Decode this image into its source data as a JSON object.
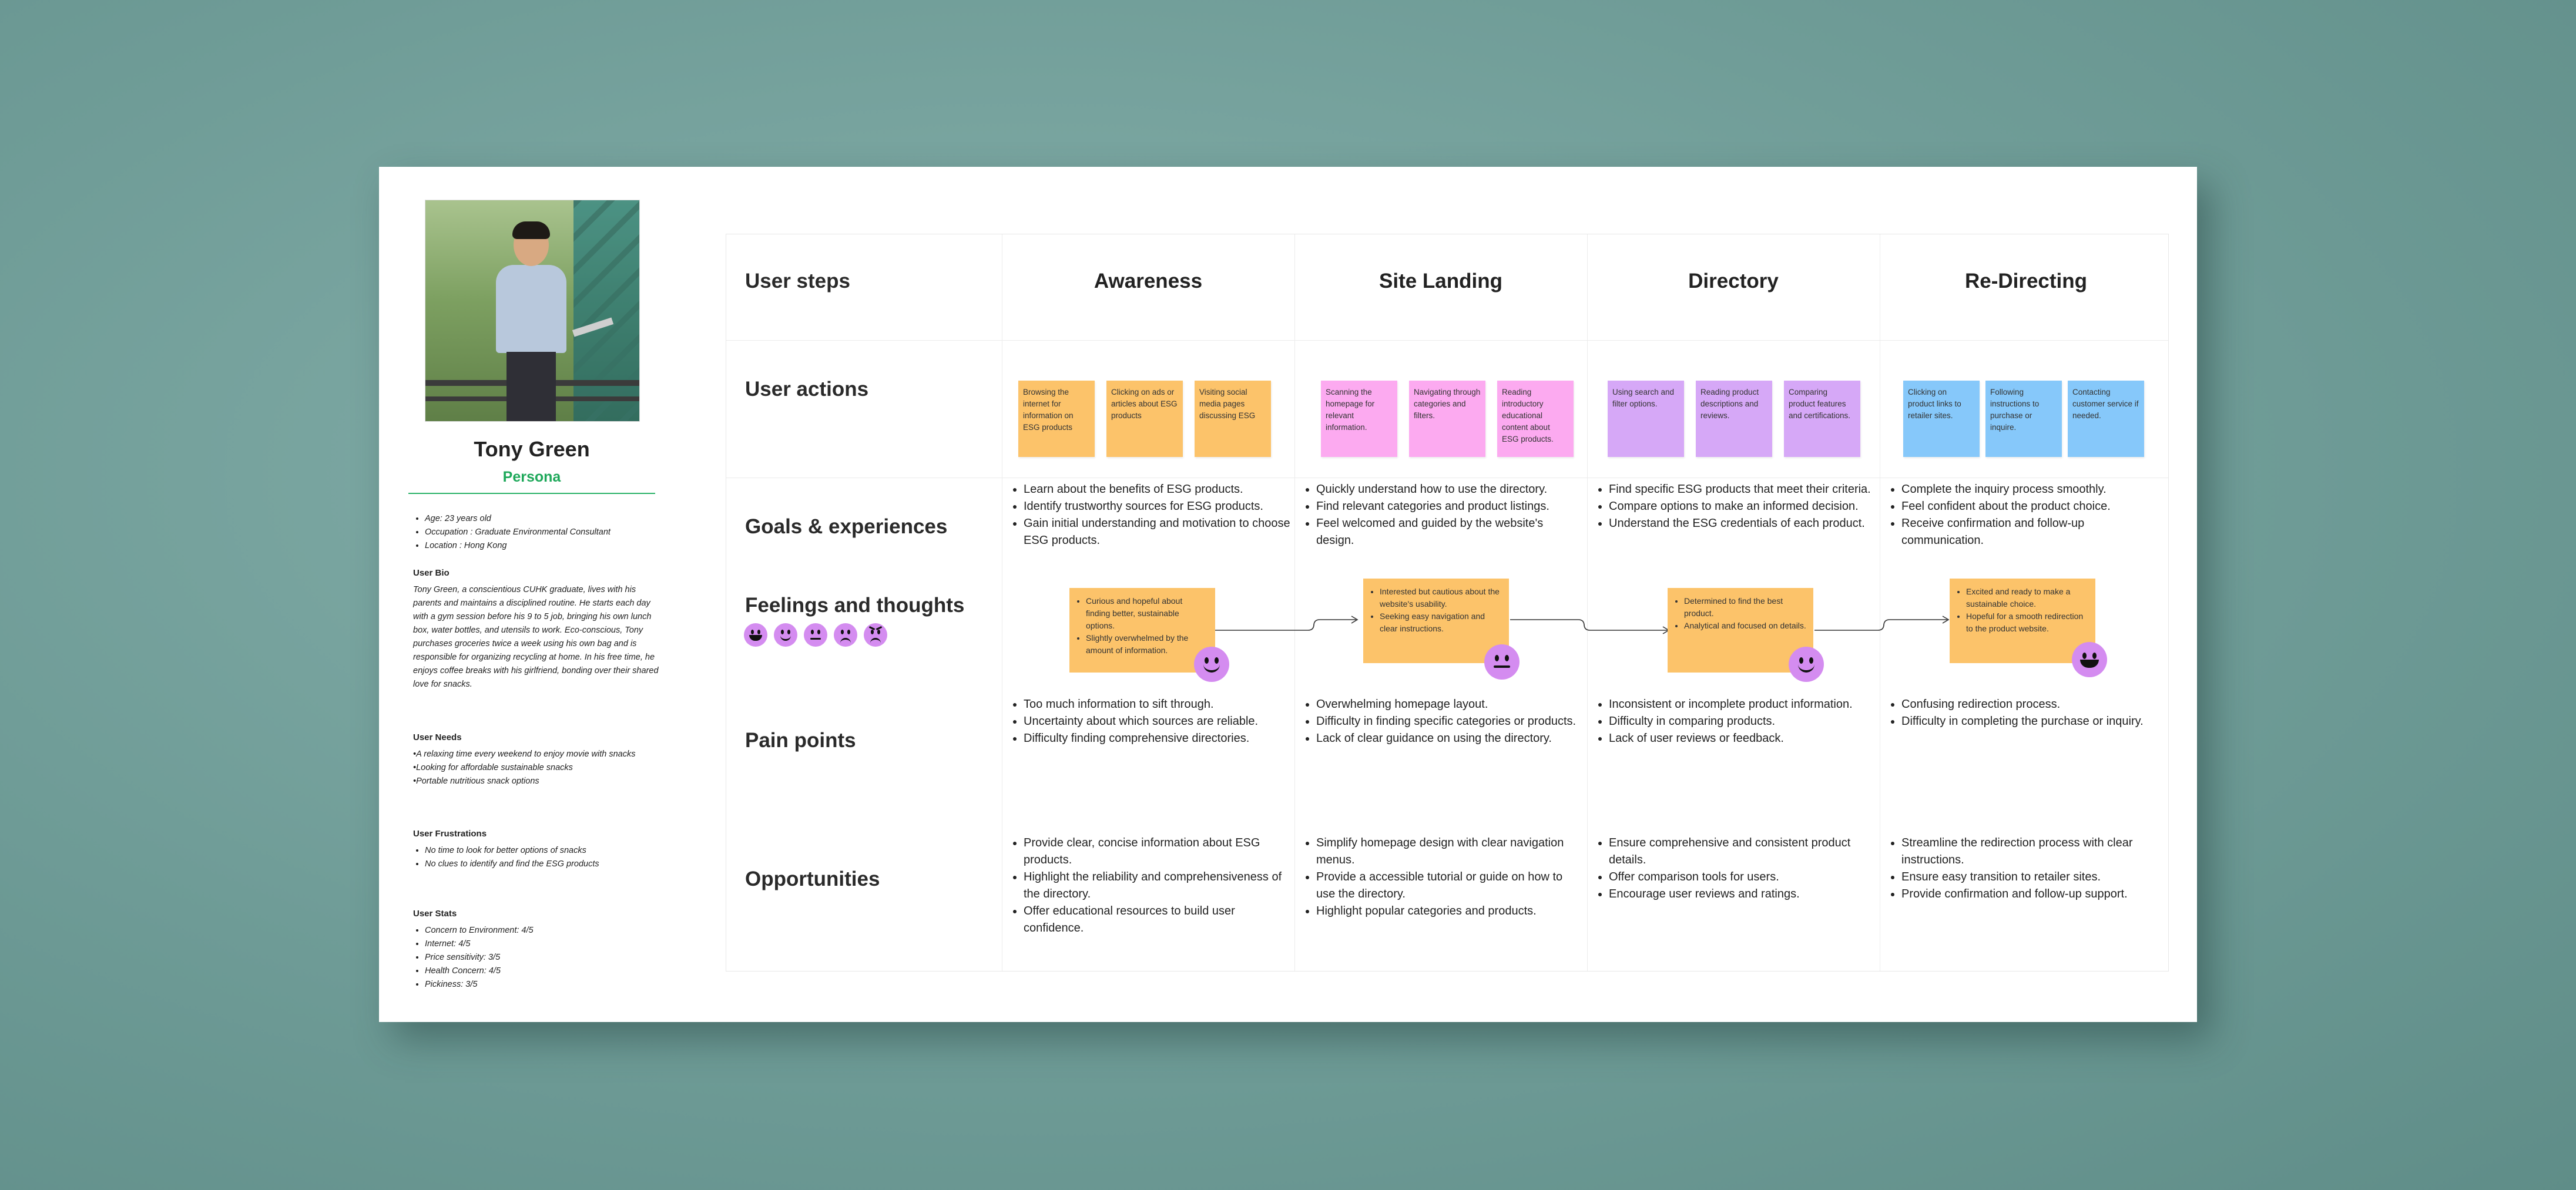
{
  "persona": {
    "name": "Tony Green",
    "role": "Persona",
    "facts": [
      "Age: 23 years old",
      "Occupation : Graduate Environmental Consultant",
      "Location : Hong Kong"
    ],
    "bio_heading": "User Bio",
    "bio": "Tony Green, a conscientious CUHK graduate, lives with his parents and maintains a disciplined routine. He starts each day with a gym session before his 9 to 5 job, bringing his own lunch box, water bottles, and utensils to work. Eco-conscious, Tony purchases groceries twice a week using his own bag and is responsible for organizing recycling at home. In his free time, he enjoys coffee breaks with his girlfriend, bonding over their shared love for snacks.",
    "needs_heading": "User Needs",
    "needs": [
      "•A relaxing time every weekend to enjoy movie with snacks",
      "•Looking for affordable sustainable snacks",
      "•Portable nutritious snack options"
    ],
    "frustrations_heading": "User Frustrations",
    "frustrations": [
      "No time to look for better options of snacks",
      "No clues to identify and find the ESG products"
    ],
    "stats_heading": "User Stats",
    "stats": [
      "Concern to Environment: 4/5",
      "Internet: 4/5",
      "Price sensitivity: 3/5",
      "Health Concern: 4/5",
      "Pickiness: 3/5"
    ]
  },
  "journey": {
    "header_label": "User steps",
    "stages": [
      "Awareness",
      "Site Landing",
      "Directory",
      "Re-Directing"
    ],
    "row_labels": {
      "actions": "User actions",
      "goals": "Goals & experiences",
      "feelings": "Feelings and thoughts",
      "pain": "Pain points",
      "opportunities": "Opportunities"
    },
    "actions": [
      [
        "Browsing the internet for information on ESG products",
        "Clicking on ads or articles about ESG products",
        "Visiting social media pages discussing ESG"
      ],
      [
        "Scanning the homepage for relevant information.",
        "Navigating through categories and filters.",
        "Reading introductory educational content about ESG products."
      ],
      [
        "Using search and filter options.",
        "Reading product descriptions and reviews.",
        "Comparing product features and certifications."
      ],
      [
        "Clicking on product links to retailer sites.",
        "Following instructions to purchase or inquire.",
        "Contacting customer service if needed."
      ]
    ],
    "action_colors": [
      "#fcc36a",
      "#fcaaf0",
      "#d6a8f7",
      "#86c8fa"
    ],
    "goals": [
      [
        "Learn about the benefits of ESG products.",
        "Identify trustworthy sources for ESG products.",
        "Gain initial understanding and motivation to choose ESG products."
      ],
      [
        "Quickly understand how to use the directory.",
        "Find relevant categories and product listings.",
        "Feel welcomed and guided by the website's design."
      ],
      [
        "Find specific ESG products that meet their criteria.",
        "Compare options to make an informed decision.",
        "Understand the ESG credentials of each product."
      ],
      [
        "Complete the  inquiry process smoothly.",
        "Feel confident about the product choice.",
        "Receive confirmation and follow-up communication."
      ]
    ],
    "feelings": [
      [
        "Curious and hopeful about finding better, sustainable options.",
        "Slightly overwhelmed by the amount of information."
      ],
      [
        "Interested but cautious about the website's usability.",
        "Seeking easy navigation and clear instructions."
      ],
      [
        "Determined to find the best product.",
        "Analytical and focused on details."
      ],
      [
        "Excited and ready to make a sustainable choice.",
        "Hopeful for a smooth redirection to the product website."
      ]
    ],
    "feeling_faces": [
      "smile-face-icon",
      "neutral-face-icon",
      "smile-face-icon",
      "grin-face-icon"
    ],
    "emotion_scale": [
      "grin-face-icon",
      "smile-face-icon",
      "neutral-face-icon",
      "frown-face-icon",
      "angry-face-icon"
    ],
    "pain": [
      [
        "Too much information to sift through.",
        "Uncertainty about which sources are reliable.",
        "Difficulty finding comprehensive directories."
      ],
      [
        "Overwhelming homepage layout.",
        "Difficulty in finding specific categories or products.",
        "Lack of clear guidance on using the directory."
      ],
      [
        "Inconsistent or incomplete product information.",
        "Difficulty in comparing products.",
        "Lack of user reviews or feedback."
      ],
      [
        "Confusing redirection process.",
        "Difficulty in completing the purchase or inquiry."
      ]
    ],
    "opportunities": [
      [
        "Provide clear, concise information about ESG products.",
        "Highlight the reliability and comprehensiveness of the directory.",
        "Offer educational resources to build user confidence."
      ],
      [
        "Simplify homepage design with clear navigation menus.",
        "Provide a accessible tutorial or guide on how to use the directory.",
        "Highlight popular categories and products."
      ],
      [
        "Ensure comprehensive and consistent product details.",
        "Offer comparison tools for users.",
        "Encourage user reviews and ratings."
      ],
      [
        "Streamline the redirection process with clear instructions.",
        "Ensure easy transition to retailer sites.",
        "Provide confirmation and follow-up support."
      ]
    ],
    "accent_colors": {
      "persona_green": "#1ea85a",
      "face_purple": "#d48cf0"
    }
  }
}
